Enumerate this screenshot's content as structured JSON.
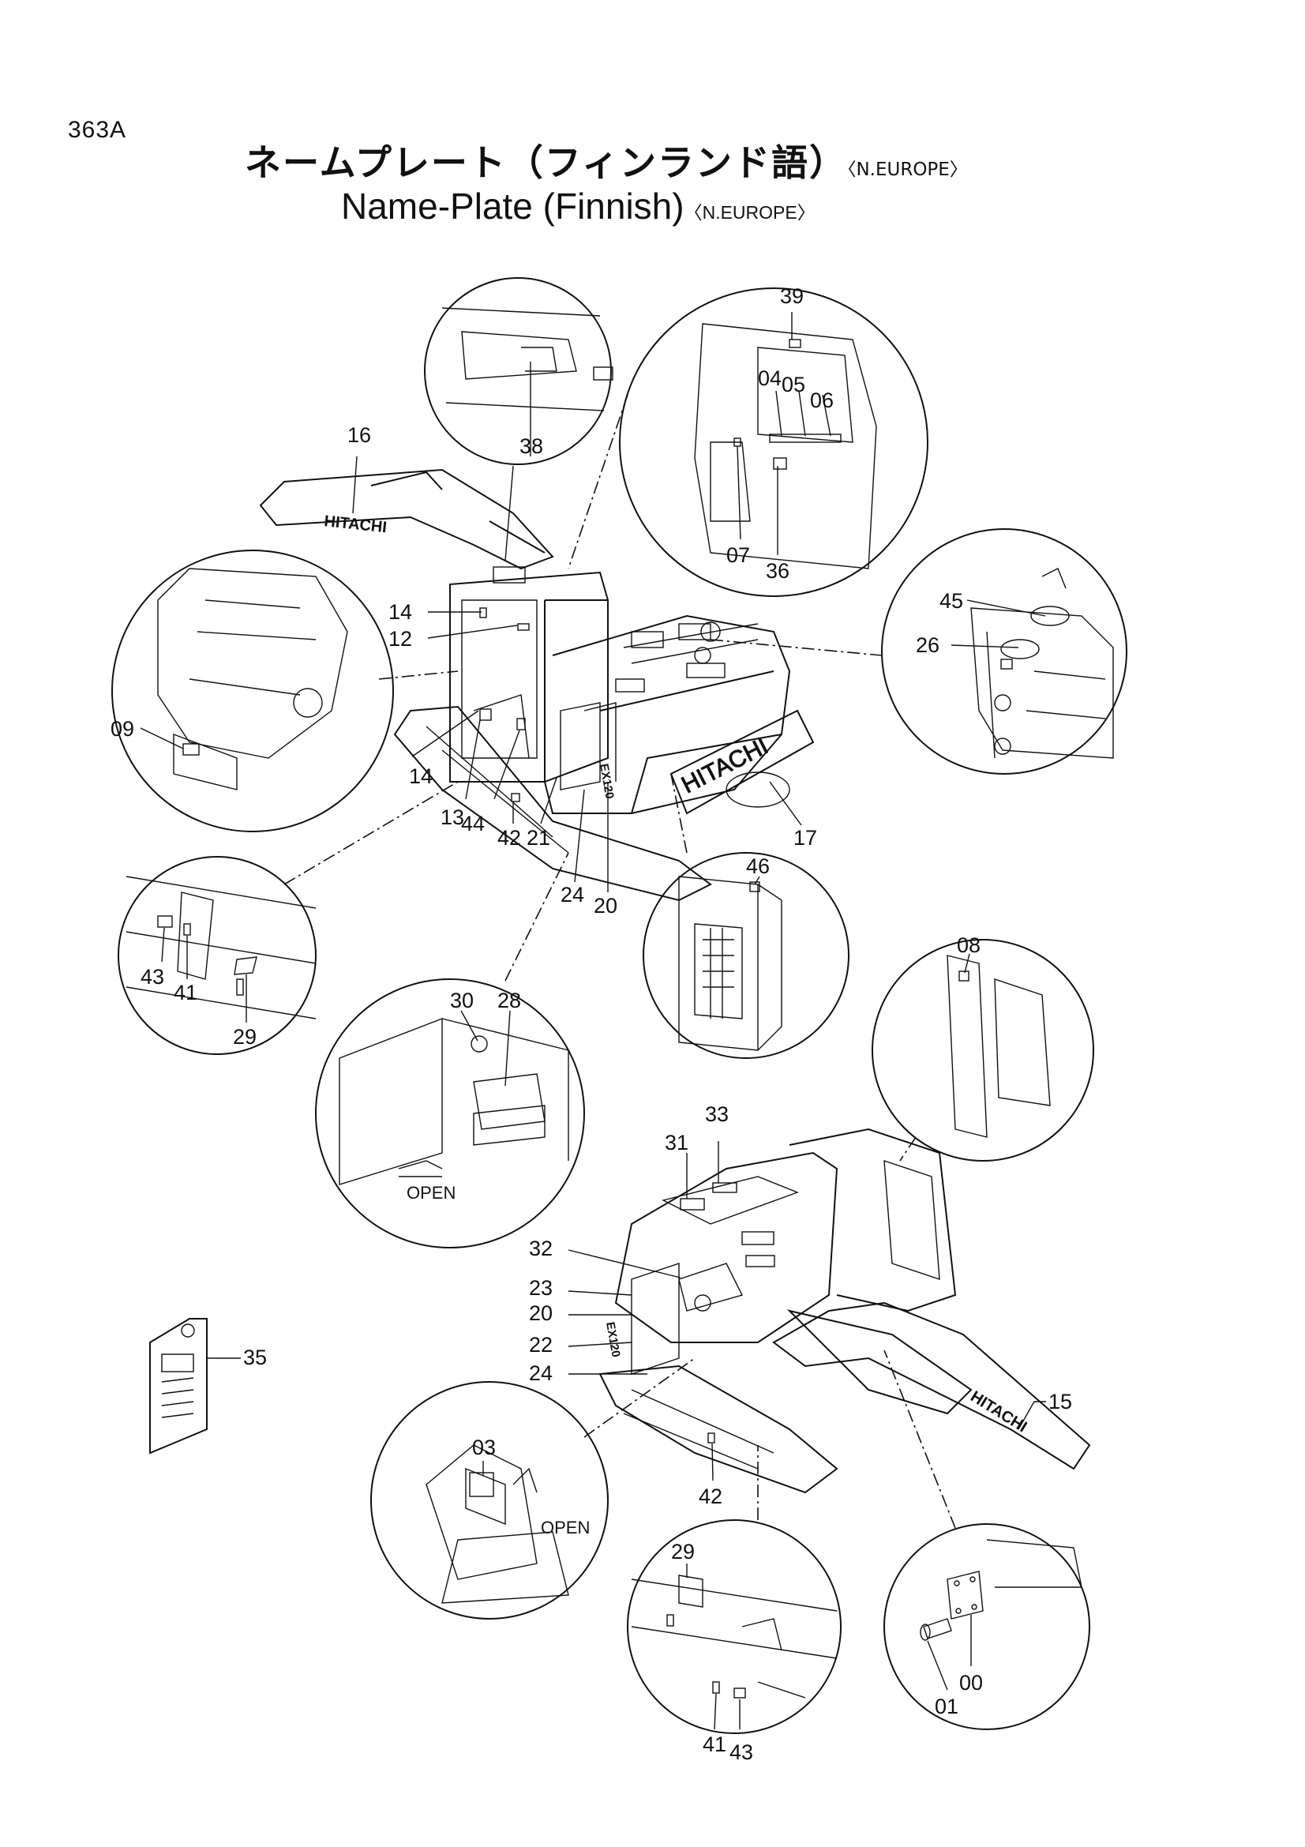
{
  "page_code": "363A",
  "title_jp": "ネームプレート（フィンランド語）",
  "title_en": "Name-Plate (Finnish)",
  "region": "〈N.EUROPE〉",
  "texts": {
    "hitachi": "HITACHI",
    "model": "EX120",
    "open": "OPEN"
  },
  "callouts": [
    "00",
    "01",
    "03",
    "04",
    "05",
    "06",
    "07",
    "08",
    "09",
    "12",
    "13",
    "14",
    "15",
    "16",
    "17",
    "20",
    "21",
    "22",
    "23",
    "24",
    "26",
    "28",
    "29",
    "30",
    "31",
    "32",
    "33",
    "35",
    "36",
    "38",
    "39",
    "41",
    "42",
    "43",
    "44",
    "45",
    "46"
  ]
}
